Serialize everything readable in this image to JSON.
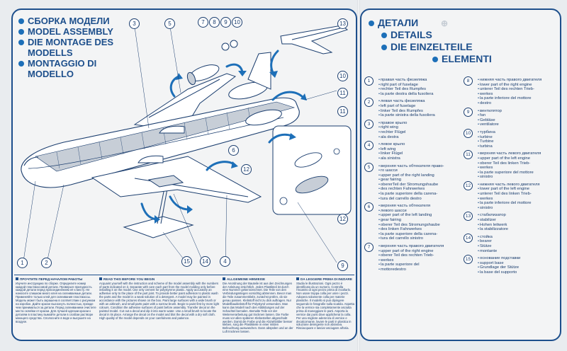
{
  "titles": {
    "line1": "СБОРКА МОДЕЛИ",
    "line2": "MODEL ASSEMBLY",
    "line3a": "DIE MONTAGE DES",
    "line3b": "MODELLS",
    "line4a": "MONTAGGIO DI",
    "line4b": "MODELLO"
  },
  "details": {
    "ru": "ДЕТАЛИ",
    "en": "DETAILS",
    "de": "DIE EINZELTEILE",
    "it": "ELEMENTI"
  },
  "callouts": [
    "1",
    "2",
    "3",
    "4",
    "5",
    "6",
    "7",
    "8",
    "9",
    "10",
    "11",
    "12",
    "13",
    "14",
    "15",
    "10",
    "11",
    "12",
    "9",
    "10"
  ],
  "instructions": [
    {
      "heading": "ПРОЧТИТЕ ПЕРЕД НАЧАЛОМ РАБОТЫ",
      "body": "Изучите инструкцию по сборке. Определите номер каждой пластмассовой детали. Проверьте пригодность каждой детали перед присоединением её к месту. Не наносите слишком много клея на склеиваемые детали. Применяйте только клей для склеивания пластмассы. Модель может быть окрашена в соответствии с рисунком на коробке. Дайте краске высохнуть полностью, прежде чем приниматься за детали. Перед склеиванием очистите места склейки от краски. Для лучшей адгезии краски к деталям в пластику вымойте детали в слабом растворе моющего средства. Сполосните в воде и высушите на воздухе."
    },
    {
      "heading": "READ THIS BEFORE YOU BEGIN",
      "body": "Acquaint yourself with the instruction and scheme of the model assembly with the numbers of parts indicated on it. Separate with care each part from the model molding only before installing it on the model. Use only cement for polystyrene plastic. Apply accurately an adhesive only to the place of the part joint. To provide better paint adhesion to plastic wash the parts and the model in a weak solution of a detergent. A model may be painted in accordance with the pictures shown on the box. Paint large surfaces with a wide brush or with an airbrush, and small parts paint with a narrow brush. Begin to paint first by more light colours. Condition the adhesive surfaces of paint before assembly. Transfer decal on the painted model. Cut out a decal and dip it into warm water. Use a small brush to locate the decal in its place. Arrange the decal on the model and blot the decal with a dry soft cloth. High quality of the model depends on your carefulness and patience."
    },
    {
      "heading": "ALLGEMEINE HINWEISE",
      "body": "Die Anordnung der Bauteile ist aus den Zeichnungen der Anleitung ersichtlich. Jedes Plastikteil ist durch eine Nummer gekennzeichnet. Die Teile von den Verbindungsstegen vorsichtig abtrennen. Bevor man die Teile zusammenklebt, zunächst prüfen, ob sie genau passen. Klebstoff nicht zu dick auftragen. Nur Modellbauklebstoff für Polystyrol verwenden. Man kann das Modell nach den Abbildungen auf der Schachtel bemalen. Bemalte Teile vor der Weiterverarbeitung gut trocknen lassen. Die Farbe muss vor allen späteren Klebestellen abgeschabt werden. Damit die Farbe und die Abziehbilder besser kleben, sorg die Plastikteile in einer milden Befeuchtung auswaschen. Dann abspülen und an der Luft trocknen lassen."
    },
    {
      "heading": "DA LEGGERE PRIMA DI INIZIARE",
      "body": "Studia le illustrazioni. Ogni pezzo è identificato da un numero. Controlla l'incastro di ogni pezzo prima di incollarlo. Non usare troppa colla per unire i pezzi. Adopera solamente colla per materie plastiche. Il modello si può dipingere seguendo le fotografie sulla scatola. Aspetta che la vernice sia completamente asciutta prima di maneggiare le parti. Asporta la vernice dai punti dove applicherai la colla. Per una migliore aderenza di vernice e decalcomanie, lavare le parti in plastica in soluzione detergente non abrasiva. Risciacquare e lasciar asciugare all'aria."
    }
  ],
  "parts": [
    {
      "n": "1",
      "lines": [
        "правая часть фюзеляжа",
        "right part of fuselage",
        "rechter Teil des Rumpfes",
        "la parte destra della fusoliera"
      ]
    },
    {
      "n": "2",
      "lines": [
        "левая часть фюзеляжа",
        "left part of fuselage",
        "linker Teil des Rumpfes",
        "la parte sinistra della fusoliera"
      ]
    },
    {
      "n": "3",
      "lines": [
        "правое крыло",
        "right wing",
        "rechter Flügel",
        "ala destra"
      ]
    },
    {
      "n": "4",
      "lines": [
        "левое крыло",
        "left wing",
        "linker Flügel",
        "ala sinistra"
      ]
    },
    {
      "n": "5",
      "lines": [
        "верхняя часть обтекателя право-",
        "го шасси",
        "upper part of the right landing",
        "gear fairing",
        "obererTeil der Stromungshaube",
        "des rechten Fahrwerkes",
        "la parte superiore della carena-",
        "tura del carrello destro"
      ]
    },
    {
      "n": "6",
      "lines": [
        "верхняя часть обтекателя",
        "левого шасси",
        "upper part of the left landing",
        "gear fairing",
        "oberer Teil des Stromungshaube",
        "des linken Fahrwerkes",
        "la parte superiore della carena-",
        "tura del carrello sinistro"
      ]
    },
    {
      "n": "7",
      "lines": [
        "верхняя часть правого двигателя",
        "upper part of the right engine",
        "oberer Teil des rechten Trieb-",
        "werkes",
        "la parte superiore del",
        "mottoredestro"
      ]
    },
    {
      "n": "8",
      "lines": [
        "нижняя часть правого двигателя",
        "lower part of the right engine",
        "unterer Teil des rechten Trieb-",
        "werkes",
        "la parte inferiore del mottore",
        "destro"
      ]
    },
    {
      "n": "9",
      "lines": [
        "вентилятор",
        "fan",
        "Gebläse",
        "ventilatore"
      ]
    },
    {
      "n": "10",
      "lines": [
        "турбина",
        "turbine",
        "Turbine",
        "turbina"
      ]
    },
    {
      "n": "11",
      "lines": [
        "верхняя часть левого двигателя",
        "upper part of the left engine",
        "oberer Teil des linken Trieb-",
        "werkes",
        "la parte superiore del mottore",
        "sinistro"
      ]
    },
    {
      "n": "12",
      "lines": [
        "нижняя часть левого двигателя",
        "lower part of the left engine",
        "unterer Teil des linken Trieb-",
        "werkes",
        "la parte inferiore del mottore",
        "sinistro"
      ]
    },
    {
      "n": "13",
      "lines": [
        "стабилизатор",
        "stabilizer",
        "Hohen leitwerk",
        "la stabilizzatore"
      ]
    },
    {
      "n": "14",
      "lines": [
        "стойка",
        "bearer",
        "Stütze",
        "montante"
      ]
    },
    {
      "n": "15",
      "lines": [
        "основание подставки",
        "support base",
        "Grundlage der Stütze",
        "la base del supporto"
      ]
    }
  ],
  "colors": {
    "accent": "#1d4f8c",
    "bullet": "#1d6fb8",
    "ink": "#1a3d6e"
  }
}
